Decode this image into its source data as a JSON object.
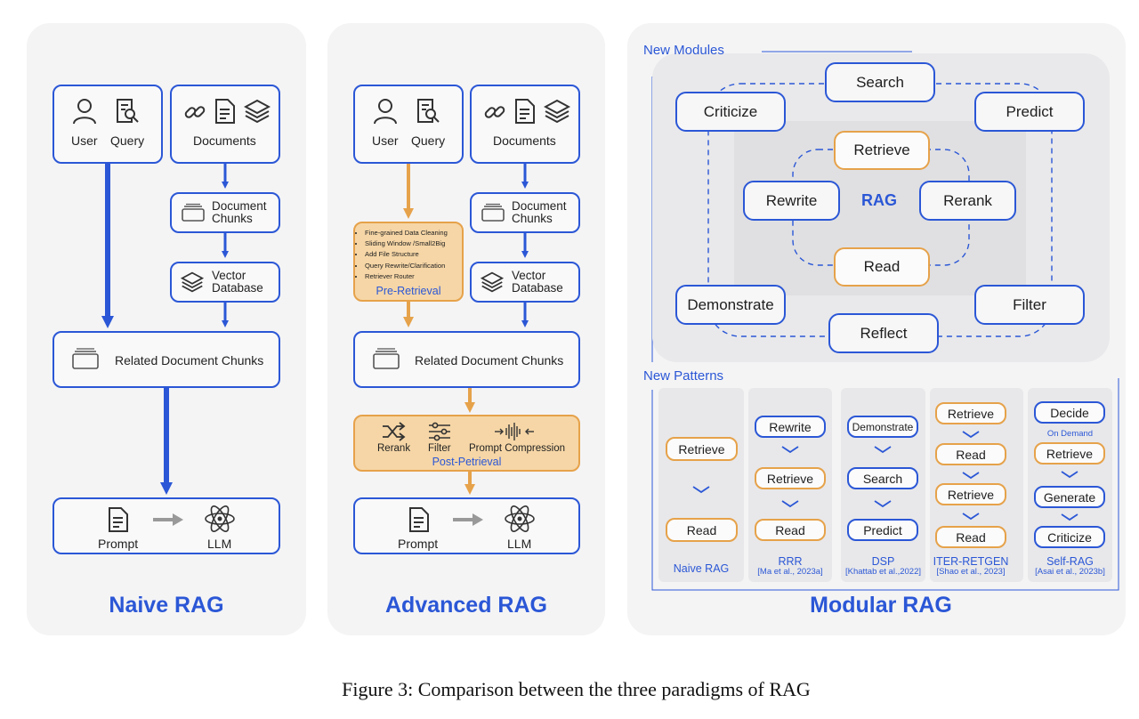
{
  "naive": {
    "title": "Naive RAG",
    "user": "User",
    "query": "Query",
    "documents": "Documents",
    "document_chunks": "Document\nChunks",
    "vector_database": "Vector\nDatabase",
    "related_chunks": "Related Document Chunks",
    "prompt": "Prompt",
    "llm": "LLM"
  },
  "advanced": {
    "title": "Advanced RAG",
    "user": "User",
    "query": "Query",
    "documents": "Documents",
    "document_chunks": "Document\nChunks",
    "vector_database": "Vector\nDatabase",
    "pre_retrieval_items": [
      "Fine-grained Data Cleaning",
      "Sliding Window /Small2Big",
      "Add File Structure",
      "Query Rewrite/Clarification",
      "Retriever Router"
    ],
    "pre_retrieval_title": "Pre-Retrieval",
    "related_chunks": "Related Document Chunks",
    "rerank": "Rerank",
    "filter": "Filter",
    "prompt_compression": "Prompt Compression",
    "post_retrieval_title": "Post-Petrieval",
    "prompt": "Prompt",
    "llm": "LLM"
  },
  "modular": {
    "title": "Modular RAG",
    "new_modules": "New Modules",
    "new_patterns": "New Patterns",
    "outer_modules": {
      "search": "Search",
      "criticize": "Criticize",
      "predict": "Predict",
      "demonstrate": "Demonstrate",
      "filter": "Filter",
      "reflect": "Reflect"
    },
    "inner_modules": {
      "retrieve": "Retrieve",
      "rewrite": "Rewrite",
      "rerank": "Rerank",
      "read": "Read",
      "center": "RAG"
    },
    "patterns": [
      {
        "name": "Naive RAG",
        "ref": "",
        "steps": [
          "Retrieve",
          "Read"
        ]
      },
      {
        "name": "RRR",
        "ref": "[Ma et al., 2023a]",
        "steps": [
          "Rewrite",
          "Retrieve",
          "Read"
        ]
      },
      {
        "name": "DSP",
        "ref": "[Khattab et al.,2022]",
        "steps": [
          "Demonstrate",
          "Search",
          "Predict"
        ]
      },
      {
        "name": "ITER-RETGEN",
        "ref": "[Shao et al., 2023]",
        "steps": [
          "Retrieve",
          "Read",
          "Retrieve",
          "Read"
        ]
      },
      {
        "name": "Self-RAG",
        "ref": "[Asai et al., 2023b]",
        "steps": [
          "Decide",
          "Retrieve",
          "Generate",
          "Criticize"
        ],
        "note": "On Demand"
      }
    ]
  },
  "caption": "Figure 3: Comparison between the three paradigms of RAG",
  "colors": {
    "blue": "#2b57d6",
    "orange": "#e6a24a",
    "orange_fill": "#f6d6a6",
    "panel": "#f4f4f5"
  }
}
